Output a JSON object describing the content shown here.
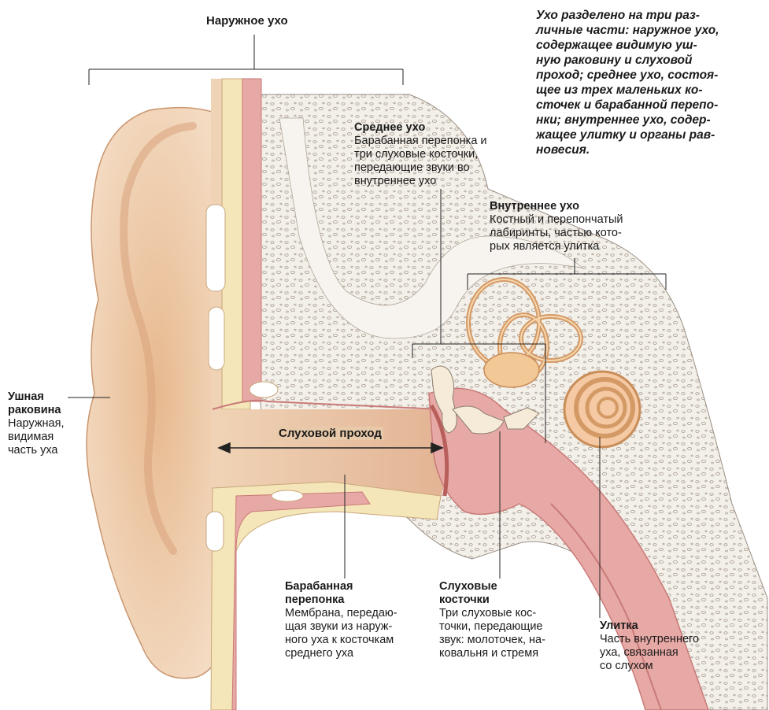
{
  "intro_text": "Ухо разделено на три раз-\nличные части: наружное ухо,\nсодержащее видимую уш-\nную раковину и слуховой\nпроход; среднее ухо, состоя-\nщее из трех маленьких ко-\nсточек и барабанной перепо-\nнки; внутреннее ухо, содер-\nжащее улитку и органы рав-\nновесия.",
  "labels": {
    "outer_ear": {
      "title": "Наружное ухо"
    },
    "middle_ear": {
      "title": "Среднее ухо",
      "desc": "Барабанная перепонка и\nтри слуховые косточки,\nпередающие звуки во\nвнутреннее ухо"
    },
    "inner_ear": {
      "title": "Внутреннее ухо",
      "desc": "Костный и перепончатый\nлабиринты, частью кото-\nрых является улитка"
    },
    "auricle": {
      "title": "Ушная\nраковина",
      "desc": "Наружная,\nвидимая\nчасть уха"
    },
    "ear_canal": {
      "title": "Слуховой проход"
    },
    "eardrum": {
      "title": "Барабанная\nперепонка",
      "desc": "Мембрана, передаю-\nщая звуки из наруж-\nного уха к косточкам\nсреднего уха"
    },
    "ossicles": {
      "title": "Слуховые\nкосточки",
      "desc": "Три слуховые кос-\nточки, передающие\nзвук: молоточек, на-\nковальня и стремя"
    },
    "cochlea": {
      "title": "Улитка",
      "desc": "Часть внутреннего\nуха, связанная\nсо слухом"
    }
  },
  "colors": {
    "skin": "#efcfb2",
    "skin_dark": "#d9a882",
    "cartilage": "#f4e6b8",
    "bone": "#f3efe9",
    "bone_pore": "#b9b0a6",
    "pink": "#e7a9a5",
    "pink_dark": "#c97a78",
    "canal": "#e8c9a9",
    "line": "#222222"
  }
}
